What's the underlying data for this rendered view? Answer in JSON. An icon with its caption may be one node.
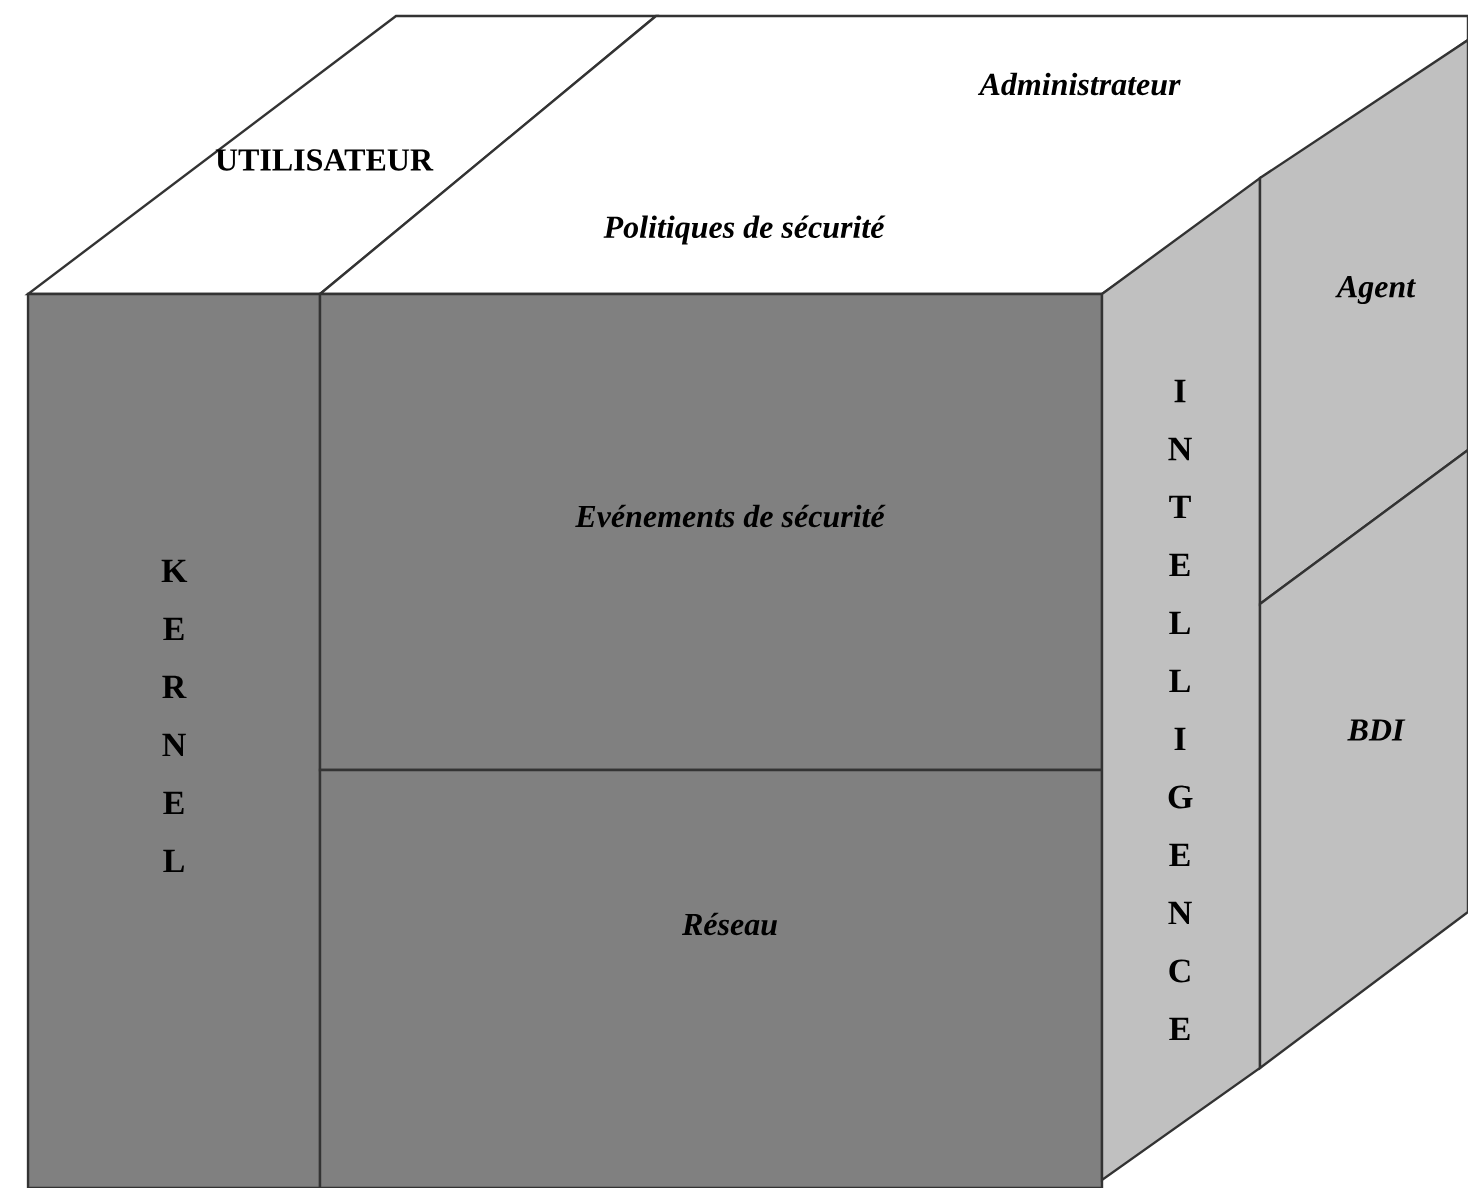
{
  "diagram": {
    "nodes": [
      {
        "text": [
          "UTILISATEUR"
        ]
      },
      {
        "text": [
          "Administrateur",
          "Politiques de sécurité"
        ]
      },
      {
        "text": [
          "KERNEL"
        ]
      },
      {
        "text": [
          "Evénements de sécurité"
        ]
      },
      {
        "text": [
          "Réseau"
        ]
      },
      {
        "text": [
          "INTELLIGENCE"
        ]
      },
      {
        "text": [
          "Agent"
        ]
      },
      {
        "text": [
          "BDI"
        ]
      }
    ]
  }
}
